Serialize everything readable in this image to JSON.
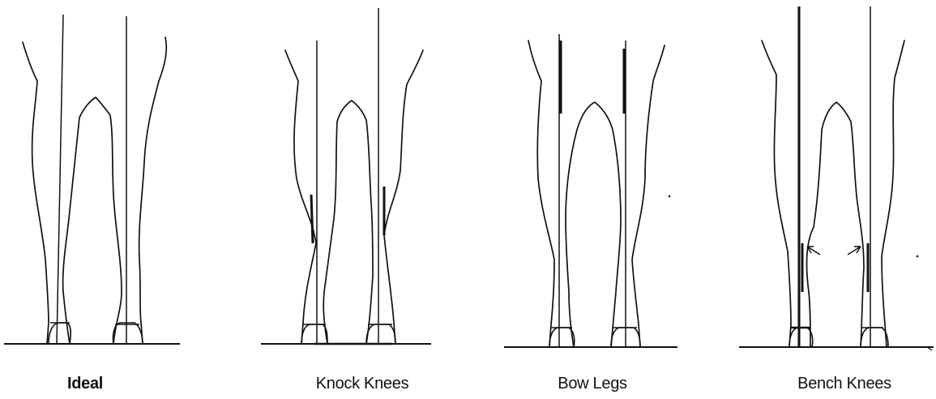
{
  "panels": [
    {
      "caption": "Ideal"
    },
    {
      "caption": "Knock Knees"
    },
    {
      "caption": "Bow Legs"
    },
    {
      "caption": "Bench Knees"
    }
  ],
  "colors": {
    "line": "#111111",
    "background": "#ffffff"
  }
}
